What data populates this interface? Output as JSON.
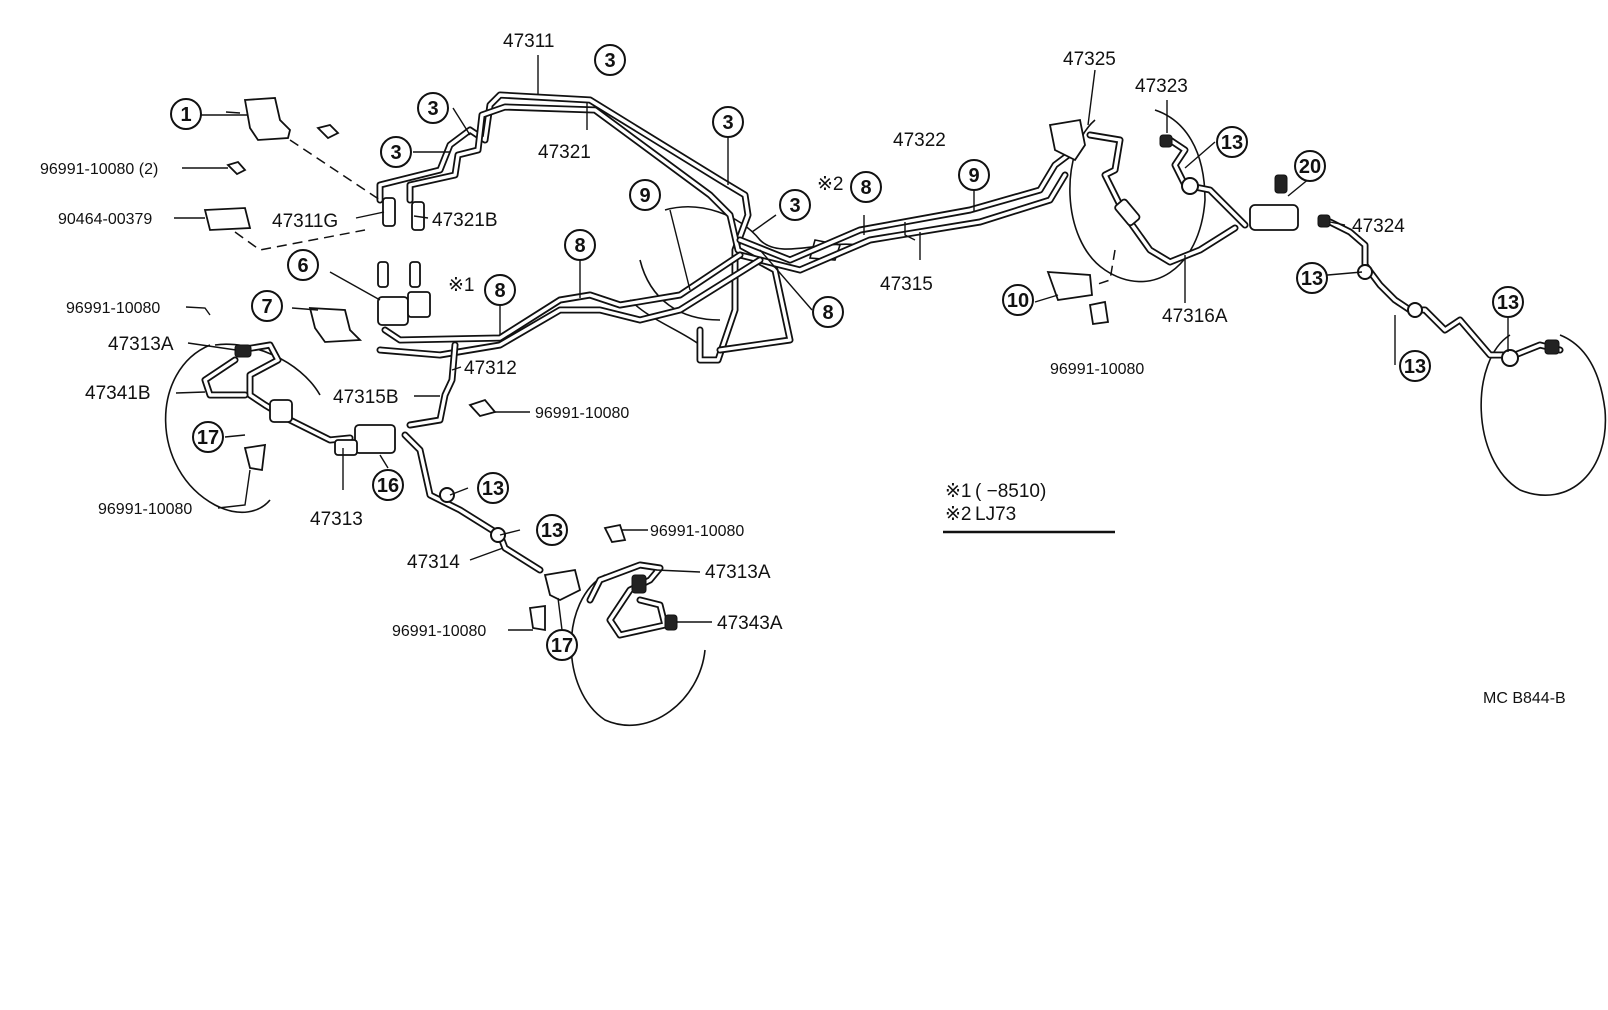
{
  "diagram": {
    "code": "MC  B844-B",
    "legend": {
      "note1_mark": "※1",
      "note1_text": "(          −8510)",
      "note2_mark": "※2",
      "note2_text": "LJ73"
    },
    "markers": {
      "star1": "※1",
      "star2": "※2"
    },
    "part_labels": {
      "p47311": "47311",
      "p47321": "47321",
      "p47311G": "47311G",
      "p47321B": "47321B",
      "p47322": "47322",
      "p47315": "47315",
      "p47325": "47325",
      "p47323": "47323",
      "p47324": "47324",
      "p47316A": "47316A",
      "p47312": "47312",
      "p47315B": "47315B",
      "p47313A_left": "47313A",
      "p47341B": "47341B",
      "p47313": "47313",
      "p47314": "47314",
      "p47313A_bottom": "47313A",
      "p47343A": "47343A",
      "c96991_2": "96991-10080 (2)",
      "c90464": "90464-00379",
      "c96991_left": "96991-10080",
      "c96991_lower_left": "96991-10080",
      "c96991_mid": "96991-10080",
      "c96991_bottom_mid": "96991-10080",
      "c96991_bottom_left": "96991-10080",
      "c96991_right": "96991-10080"
    },
    "callouts": {
      "c1": "1",
      "c3a": "3",
      "c3b": "3",
      "c3c": "3",
      "c3d": "3",
      "c3e": "3",
      "c6": "6",
      "c7": "7",
      "c8a": "8",
      "c8b": "8",
      "c8c": "8",
      "c8d": "8",
      "c9a": "9",
      "c9b": "9",
      "c10": "10",
      "c13a": "13",
      "c13b": "13",
      "c13c": "13",
      "c13d": "13",
      "c13e": "13",
      "c13f": "13",
      "c16": "16",
      "c17a": "17",
      "c17b": "17",
      "c20": "20"
    }
  }
}
